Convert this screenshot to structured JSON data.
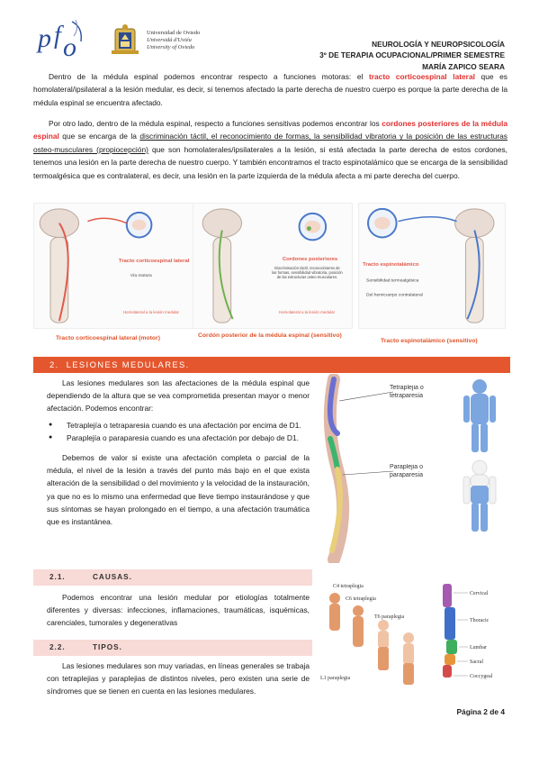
{
  "header": {
    "university_lines": [
      "Universidad de Oviedo",
      "Universidá d'Uviéu",
      "University of Oviedo"
    ],
    "subject": "NEUROLOGÍA Y NEUROPSICOLOGÍA",
    "course": "3º DE TERAPIA OCUPACIONAL/PRIMER SEMESTRE",
    "author": "MARÍA ZAPICO SEARA"
  },
  "intro": {
    "p1_a": "Dentro de la médula espinal podemos encontrar respecto a funciones motoras: el ",
    "p1_red": "tracto corticoespinal lateral",
    "p1_b": " que es homolateral/ipsilateral a la lesión medular, es decir, si tenemos afectado la parte derecha de nuestro cuerpo es porque la parte derecha de la médula espinal se encuentra afectado.",
    "p2_a": "Por otro lado, dentro de la médula espinal, respecto a funciones sensitivas podemos encontrar los ",
    "p2_red": "cordones posteriores de la médula espinal",
    "p2_b": " que se encarga de la ",
    "p2_ul": "discriminación táctil, el reconocimiento de formas, la sensibilidad vibratoria y la posición de las estructuras osteo-musculares (propiocepción)",
    "p2_c": " que son homolaterales/ipsilaterales a la lesión, si está afectada la parte derecha de estos cordones, tenemos una lesión en la parte derecha de nuestro cuerpo. Y también encontramos el tracto espinotalámico que se encarga de la sensibilidad termoalgésica que es contralateral, es decir, una lesión en la parte izquierda de la médula afecta a mi parte derecha del cuerpo."
  },
  "figures": {
    "panels": [
      {
        "title": "Tracto corticoespinal lateral",
        "line1": "Vía motora",
        "line2": "Homolateral a la lesión medular",
        "caption": "Tracto corticoespinal lateral (motor)"
      },
      {
        "title": "Cordones posteriores",
        "line1": "Discriminación táctil, reconocimiento de las formas, sensibilidad vibratoria, posición de las estructuras osteo-musculares.",
        "line2": "Homolateral a la lesión medular",
        "caption": "Cordón posterior de la médula espinal (sensitivo)"
      },
      {
        "title": "Tracto espinotalámico",
        "line1": "Sensibilidad termoalgésica",
        "line2": "Del hemicuerpo contralateral",
        "caption": "Tracto espinotalámico (sensitivo)"
      }
    ]
  },
  "section2": {
    "number": "2.",
    "title": "LESIONES MEDULARES.",
    "intro": "Las lesiones medulares son las afectaciones de la médula espinal que dependiendo de la altura que se vea comprometida presentan mayor o menor afectación. Podemos encontrar:",
    "bullets": [
      "Tetraplejía o tetraparesia cuando es una afectación por encima de D1.",
      "Paraplejía o paraparesia cuando es una afectación por debajo de D1."
    ],
    "p2": "Debemos de valor si existe una afectación completa o parcial de la médula, el nivel de la lesión a través del punto más bajo en el que exista alteración de la sensibilidad o del movimiento y la velocidad de la instauración, ya que no es lo mismo una enfermedad que lleve tiempo instaurándose y que sus síntomas se hayan prolongado en el tiempo, a una afectación traumática que es instantánea.",
    "figure_labels": {
      "tetra": "Tetraplejia o tetraparesia",
      "para": "Paraplejia o paraparesia"
    }
  },
  "sub21": {
    "number": "2.1.",
    "title": "CAUSAS.",
    "text": "Podemos encontrar una lesión medular por etiologías totalmente diferentes y diversas: infecciones, inflamaciones, traumáticas, isquémicas, carenciales, tumorales y degenerativas"
  },
  "sub22": {
    "number": "2.2.",
    "title": "TIPOS.",
    "text": "Las lesiones medulares son muy variadas, en líneas generales se trabaja con tetraplejias y paraplejias de distintos niveles, pero existen una serie de síndromes que se tienen en cuenta en las lesiones medulares."
  },
  "levels_figure": {
    "left": [
      "C4 tetraplegia",
      "C6 tetraplegia",
      "T6 paraplegia",
      "L1 paraplegia"
    ],
    "right": [
      "Cervical",
      "Thoracic",
      "Lumbar",
      "Sacral",
      "Coccygeal"
    ]
  },
  "footer": {
    "page": "Página 2 de 4"
  },
  "colors": {
    "accent": "#e4572e",
    "subheader_bg": "#f8dad6",
    "red_text": "#e03030"
  }
}
